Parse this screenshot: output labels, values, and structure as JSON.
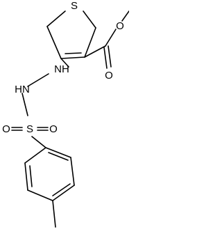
{
  "molecule": {
    "atoms": {
      "ring_sulfur": "S",
      "ester_ether_oxygen": "O",
      "ester_carbonyl_oxygen": "O",
      "amine_nh": "NH",
      "hydrazine_hn": "HN",
      "sulfonyl_sulfur": "S",
      "sulfonyl_oxygen_left": "O",
      "sulfonyl_oxygen_right": "O"
    }
  },
  "colors": {
    "bond": "#000000",
    "label": "#000000",
    "background": "#ffffff"
  }
}
